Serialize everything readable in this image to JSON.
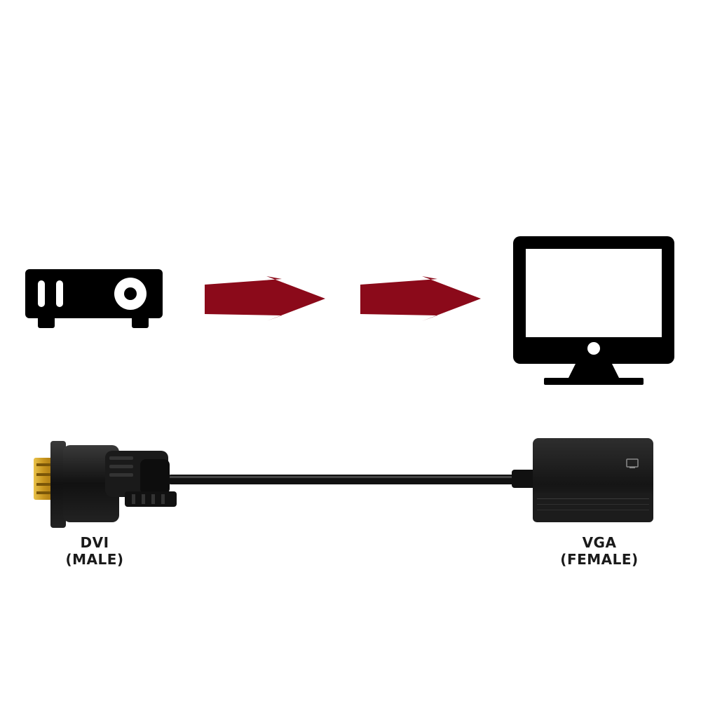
{
  "icons": {
    "source": "projector-icon",
    "display": "monitor-icon",
    "arrow": "arrow-right-icon"
  },
  "colors": {
    "icon": "#000000",
    "arrow": "#8b0a1a",
    "label": "#1a1a1a",
    "connector_gold": "#d4a62a"
  },
  "connectors": {
    "left": {
      "line1": "DVI",
      "line2": "(MALE)"
    },
    "right": {
      "line1": "VGA",
      "line2": "(FEMALE)"
    }
  }
}
